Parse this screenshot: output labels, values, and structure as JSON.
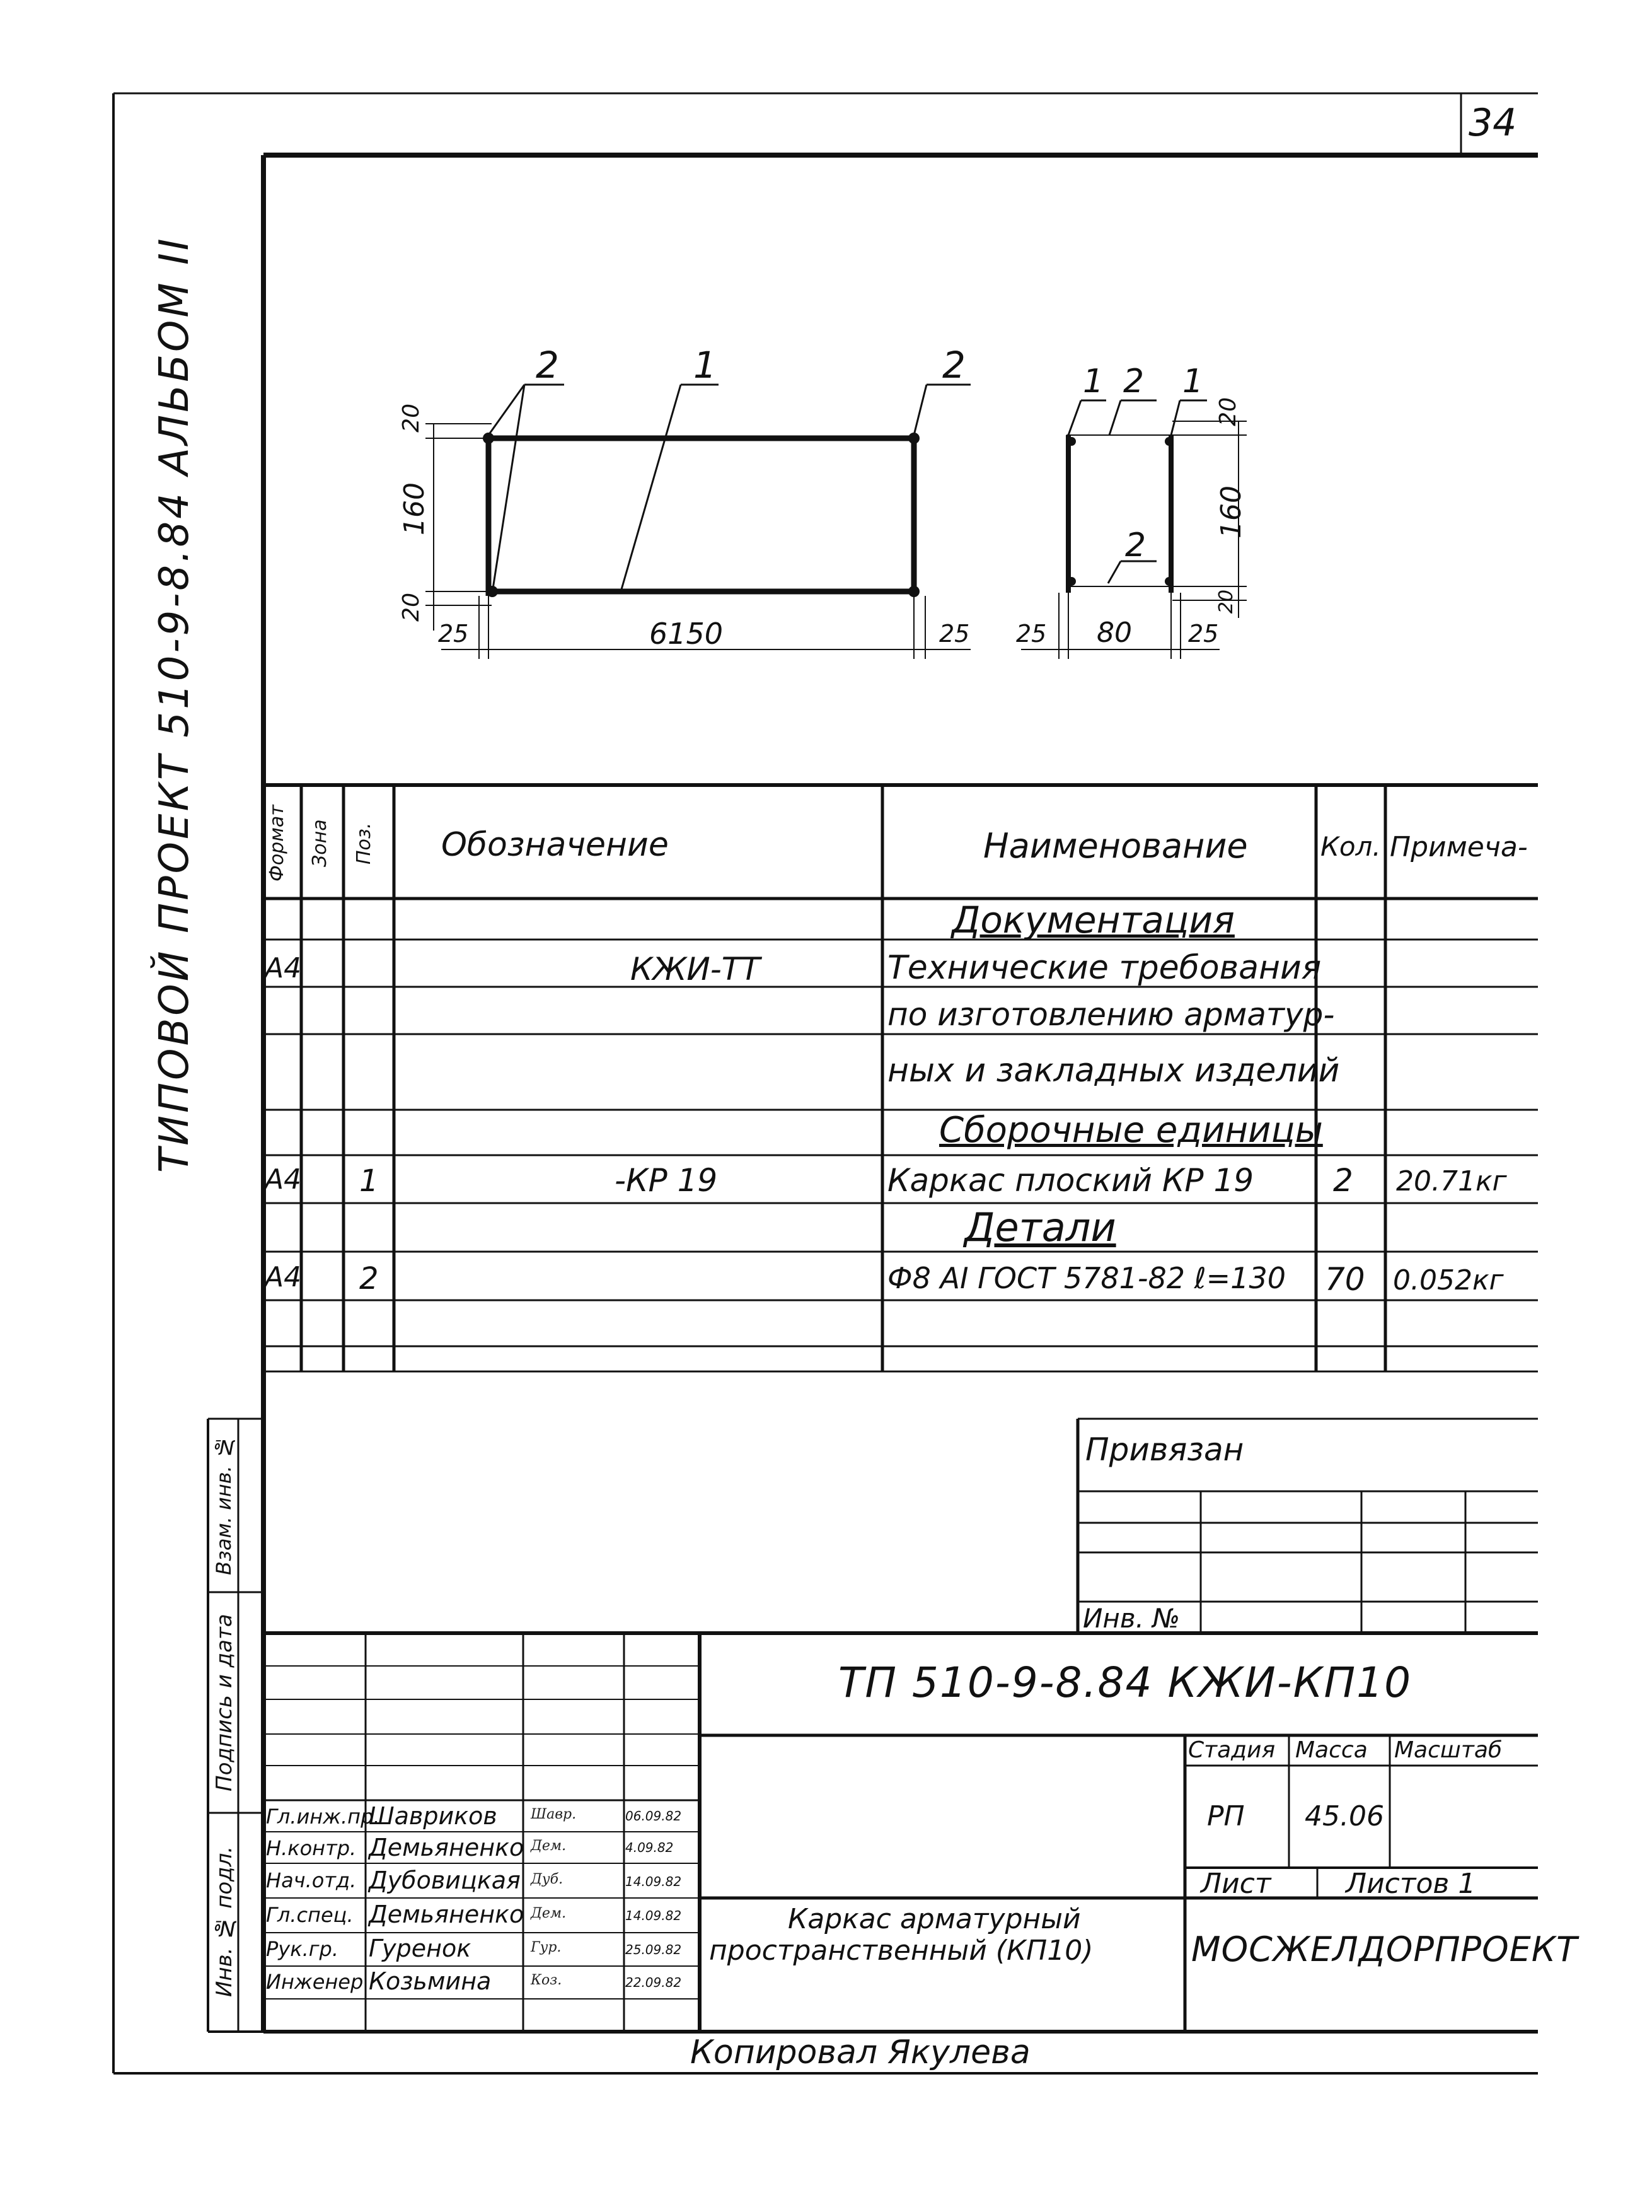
{
  "sheet_number": "34",
  "side_title": "ТИПОВОЙ ПРОЕКТ 510-9-8.84 АЛЬБОМ II",
  "drawing": {
    "left_view": {
      "pos_2_left": "2",
      "pos_1": "1",
      "pos_2_right": "2",
      "dim_top": "20",
      "dim_height": "160",
      "dim_bottom": "20",
      "dim_left": "25",
      "dim_length": "6150",
      "dim_right": "25"
    },
    "right_view": {
      "pos_1_left": "1",
      "pos_2_top": "2",
      "pos_1_right": "1",
      "pos_2_mid": "2",
      "dim_top": "20",
      "dim_height": "160",
      "dim_bottom": "20",
      "dim_left": "25",
      "dim_width": "80",
      "dim_right": "25"
    }
  },
  "spec": {
    "headers": {
      "format": "Формат",
      "zone": "Зона",
      "pos": "Поз.",
      "designation": "Обозначение",
      "name": "Наименование",
      "qty": "Кол.",
      "note": "Примеча-"
    },
    "rows": [
      {
        "format": "",
        "pos": "",
        "designation": "",
        "name": "Документация",
        "qty": "",
        "note": ""
      },
      {
        "format": "А4",
        "pos": "",
        "designation": "КЖИ-ТТ",
        "name": "Технические требования",
        "qty": "",
        "note": ""
      },
      {
        "format": "",
        "pos": "",
        "designation": "",
        "name": "по изготовлению арматур-",
        "qty": "",
        "note": ""
      },
      {
        "format": "",
        "pos": "",
        "designation": "",
        "name": "ных и закладных изделий",
        "qty": "",
        "note": ""
      },
      {
        "format": "",
        "pos": "",
        "designation": "",
        "name": "Сборочные единицы",
        "qty": "",
        "note": ""
      },
      {
        "format": "А4",
        "pos": "1",
        "designation": "-КР 19",
        "name": "Каркас плоский КР 19",
        "qty": "2",
        "note": "20.71кг"
      },
      {
        "format": "",
        "pos": "",
        "designation": "",
        "name": "Детали",
        "qty": "",
        "note": ""
      },
      {
        "format": "А4",
        "pos": "2",
        "designation": "",
        "name": "Ф8 АI ГОСТ 5781-82 ℓ=130",
        "qty": "70",
        "note": "0.052кг"
      },
      {
        "format": "",
        "pos": "",
        "designation": "",
        "name": "",
        "qty": "",
        "note": ""
      }
    ]
  },
  "side_stamp": {
    "inv_orig": "Инв. № подл.",
    "sign_date": "Подпись и дата",
    "vzam_inv": "Взам. инв. №"
  },
  "bound": {
    "title": "Привязан",
    "inv": "Инв. №"
  },
  "title_block": {
    "code": "ТП 510-9-8.84   КЖИ-КП10",
    "stage_label": "Стадия",
    "mass_label": "Масса",
    "scale_label": "Масштаб",
    "stage": "РП",
    "mass": "45.06",
    "sheet_label": "Лист",
    "sheets_label": "Листов 1",
    "object_name_1": "Каркас арматурный",
    "object_name_2": "пространственный (КП10)",
    "organization": "МОСЖЕЛДОРПРОЕКТ",
    "people": [
      {
        "role": "Гл.инж.пр.",
        "name": "Шавриков",
        "date": "06.09.82"
      },
      {
        "role": "Н.контр.",
        "name": "Демьяненко",
        "date": "4.09.82"
      },
      {
        "role": "Нач.отд.",
        "name": "Дубовицкая",
        "date": "14.09.82"
      },
      {
        "role": "Гл.спец.",
        "name": "Демьяненко",
        "date": "14.09.82"
      },
      {
        "role": "Рук.гр.",
        "name": "Гуренок",
        "date": "25.09.82"
      },
      {
        "role": "Инженер",
        "name": "Козьмина",
        "date": "22.09.82"
      }
    ]
  },
  "copied_by": "Копировал Якулева"
}
